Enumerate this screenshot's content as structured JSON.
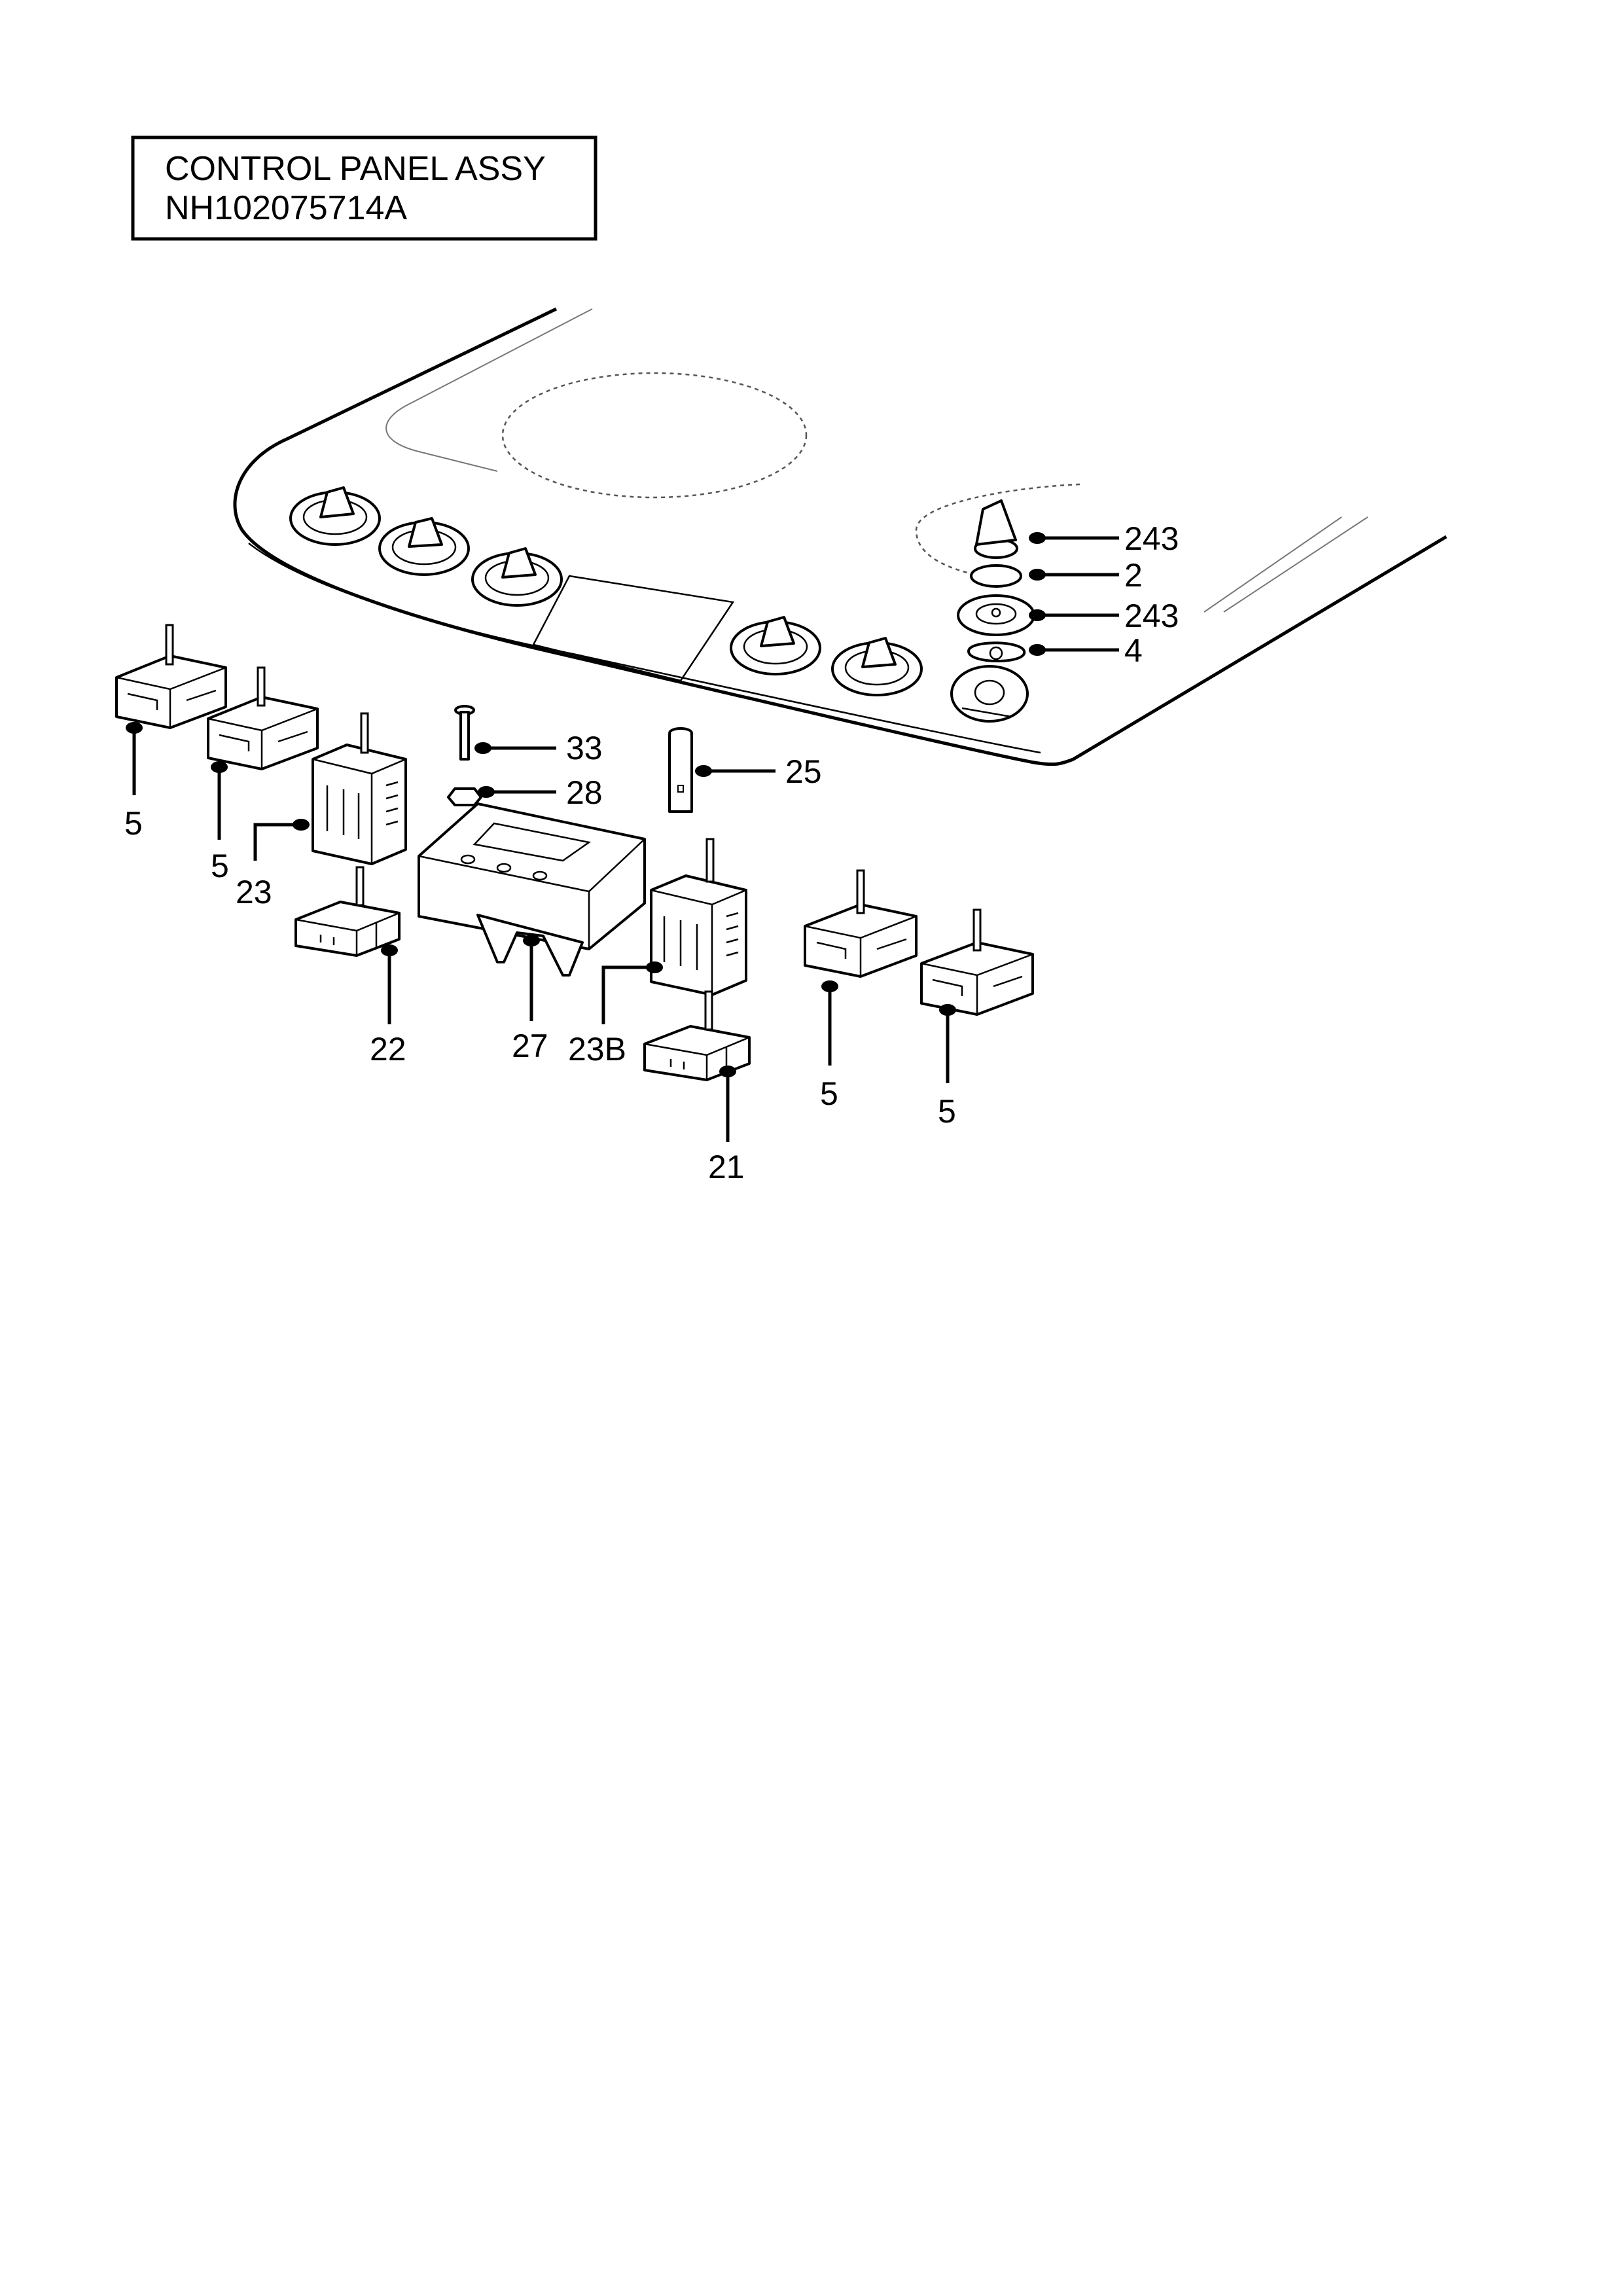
{
  "title": {
    "line1": "CONTROL PANEL ASSY",
    "line2": "NH102075714A"
  },
  "callouts": {
    "knob_top": "243",
    "washer": "2",
    "bezel": "243",
    "spring": "4",
    "screw": "33",
    "nut": "28",
    "lamp": "25",
    "switch_left_1": "5",
    "switch_left_2": "5",
    "selector_left": "23",
    "thermostat_left": "22",
    "timer_module": "27",
    "selector_right": "23B",
    "thermostat_right": "21",
    "switch_right_1": "5",
    "switch_right_2": "5"
  }
}
